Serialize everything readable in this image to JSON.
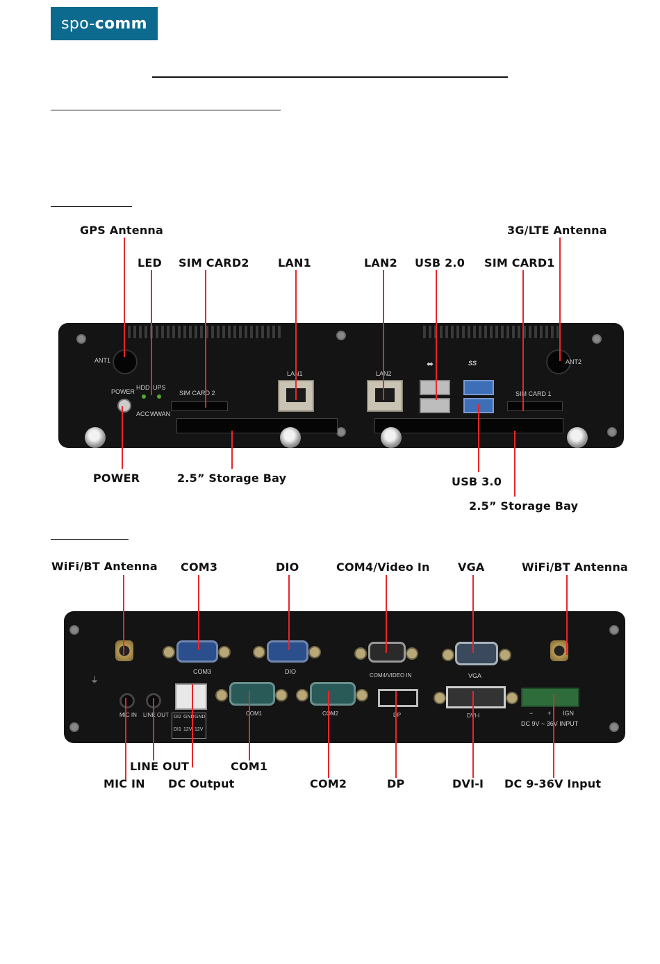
{
  "logo": {
    "part1": "spo-",
    "part2": "comm"
  },
  "colors": {
    "logo_bg": "#0d6a8f",
    "pointer": "#e8262a",
    "device": "#141414"
  },
  "front_view": {
    "labels": {
      "gps_antenna": "GPS Antenna",
      "lte_antenna": "3G/LTE Antenna",
      "led": "LED",
      "sim_card2": "SIM CARD2",
      "lan1": "LAN1",
      "lan2": "LAN2",
      "usb20": "USB 2.0",
      "sim_card1": "SIM CARD1",
      "power": "POWER",
      "storage_bay_left": "2.5” Storage Bay",
      "usb30": "USB 3.0",
      "storage_bay_right": "2.5” Storage Bay"
    },
    "silkscreen": {
      "ant1": "ANT1",
      "ant2": "ANT2",
      "power": "POWER",
      "hdd": "HDD",
      "ups": "UPS",
      "acc": "ACC",
      "wwan": "WWAN",
      "sim2": "SIM CARD 2",
      "sim1": "SIM CARD 1",
      "lan1": "LAN1",
      "lan2": "LAN2",
      "ss": "SS"
    }
  },
  "rear_view": {
    "labels": {
      "wifi_left": "WiFi/BT Antenna",
      "com3": "COM3",
      "dio": "DIO",
      "com4": "COM4/Video In",
      "vga": "VGA",
      "wifi_right": "WiFi/BT Antenna",
      "line_out": "LINE OUT",
      "com1": "COM1",
      "mic_in": "MIC IN",
      "dc_output": "DC Output",
      "com2": "COM2",
      "dp": "DP",
      "dvi": "DVI-I",
      "dc_input": "DC 9-36V Input"
    },
    "silkscreen": {
      "com3": "COM3",
      "dio": "DIO",
      "com4": "COM4/VIDEO IN",
      "vga": "VGA",
      "mic": "MIC IN",
      "lineout": "LINE OUT",
      "com1": "COM1",
      "com2": "COM2",
      "dp": "DP",
      "dvi": "DVI-I",
      "dio2": "DI2",
      "gnd1": "GND",
      "gnd2": "GND",
      "di1": "DI1",
      "v12a": "12V",
      "v12b": "12V",
      "minus": "−",
      "plus": "+",
      "ign": "IGN",
      "dcin": "DC 9V ~ 36V INPUT"
    }
  }
}
